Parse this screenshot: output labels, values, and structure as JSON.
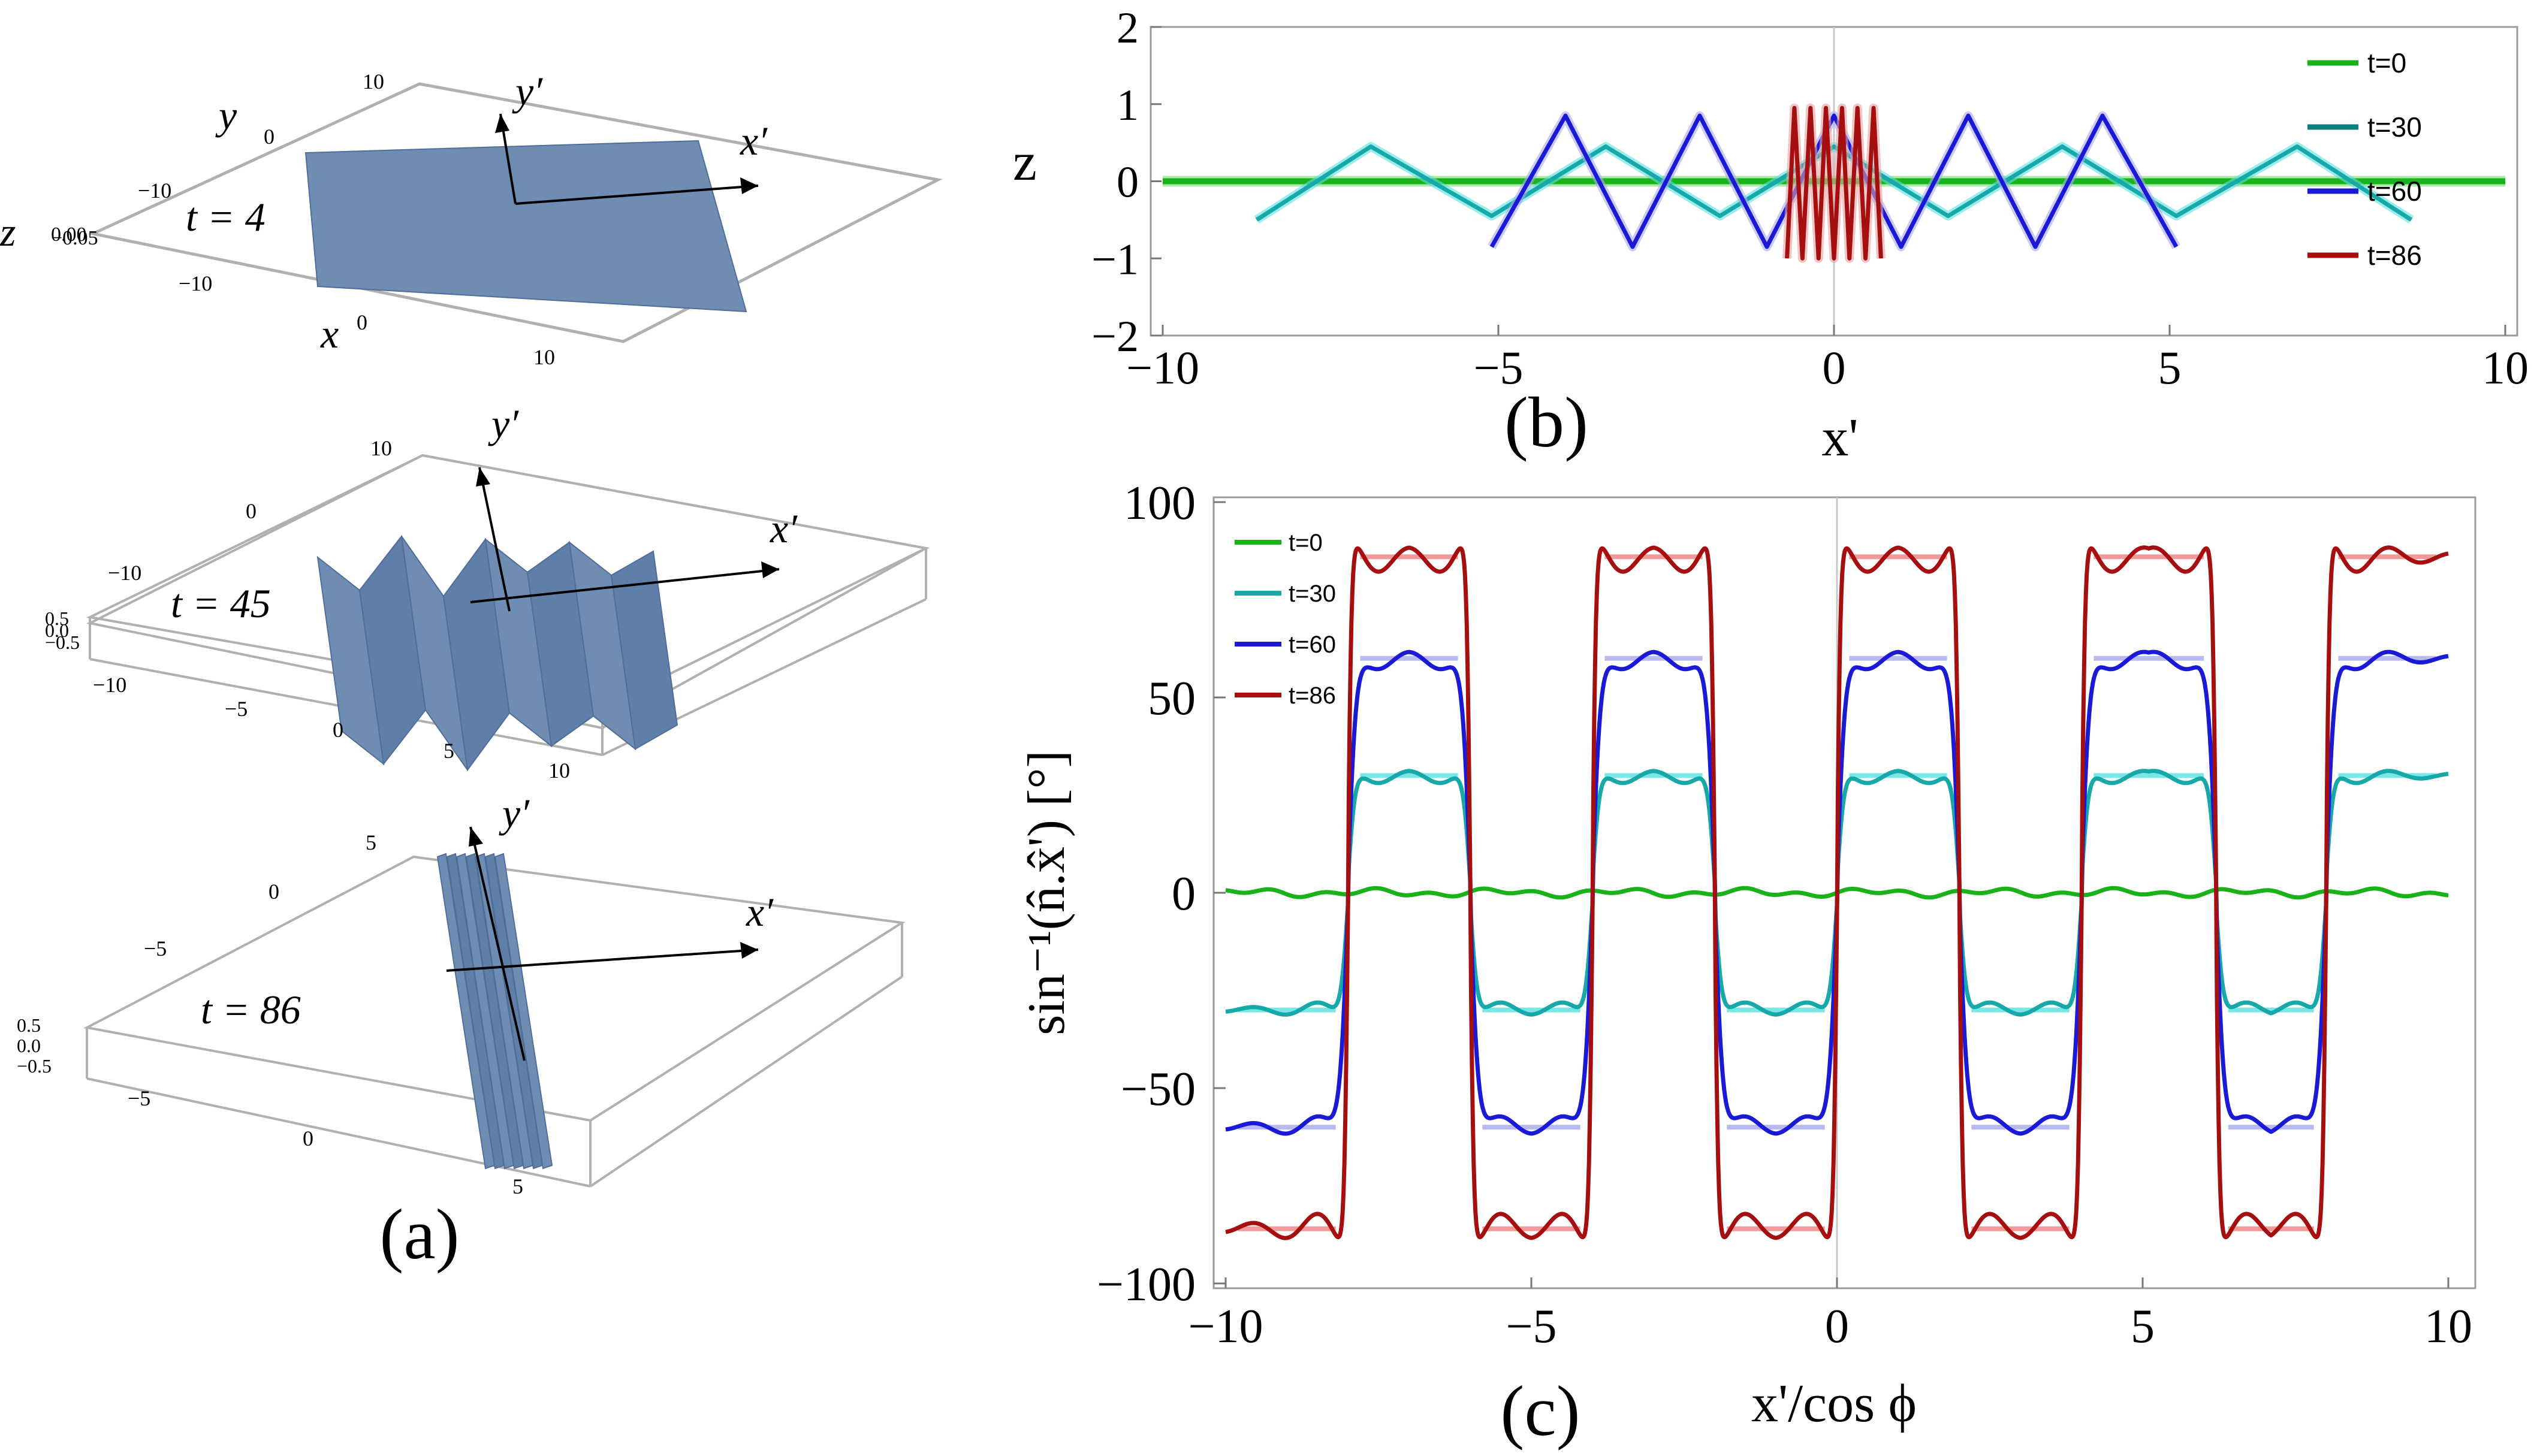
{
  "panel_labels": {
    "a": "(a)",
    "b": "(b)",
    "c": "(c)"
  },
  "colors": {
    "t0": "#19b219",
    "t30": "#17a9a9",
    "t30_b": "#0a7f7f",
    "t60": "#1a1ad6",
    "t86": "#a60f0f",
    "surface": "#6f8cb3",
    "surface_edge": "#4f6e99",
    "ref_red": "#f08080",
    "ref_cyan": "#59e0e0",
    "ref_blue": "#a8a8ee",
    "ref_green": "#77dd77"
  },
  "panel_a": {
    "plots": [
      {
        "time_label": "t = 4",
        "y_axis": "y",
        "x_axis": "x",
        "z_axis": "z",
        "y_ticks": [
          "10",
          "0",
          "−10"
        ],
        "x_ticks": [
          "−10",
          "0",
          "10"
        ],
        "z_ticks": [
          "−0.05",
          "0.00"
        ],
        "xp_label": "x′",
        "yp_label": "y′"
      },
      {
        "time_label": "t = 45",
        "y_ticks": [
          "10",
          "0",
          "−10"
        ],
        "x_ticks": [
          "−10",
          "−5",
          "0",
          "5",
          "10"
        ],
        "z_ticks": [
          "0.5",
          "0.0",
          "−0.5"
        ],
        "xp_label": "x′",
        "yp_label": "y′"
      },
      {
        "time_label": "t = 86",
        "y_ticks": [
          "5",
          "0",
          "−5"
        ],
        "x_ticks": [
          "−5",
          "0",
          "5"
        ],
        "z_ticks": [
          "0.5",
          "0.0",
          "−0.5"
        ],
        "xp_label": "x′",
        "yp_label": "y′"
      }
    ]
  },
  "chart_data": [
    {
      "id": "b",
      "type": "line",
      "xlabel": "x'",
      "ylabel": "z",
      "xlim": [
        -10,
        10
      ],
      "ylim": [
        -2,
        2
      ],
      "x_ticks": [
        -10,
        -5,
        0,
        5,
        10
      ],
      "y_ticks": [
        -2,
        -1,
        0,
        1,
        2
      ],
      "legend_position": "top-right",
      "series": [
        {
          "name": "t=0",
          "x": [
            -10,
            10
          ],
          "y": [
            0,
            0
          ]
        },
        {
          "name": "t=30",
          "x": [
            -8.6,
            -6.9,
            -5.1,
            -3.4,
            -1.7,
            0,
            1.7,
            3.4,
            5.1,
            6.9,
            8.6
          ],
          "y": [
            -0.5,
            0.45,
            -0.45,
            0.45,
            -0.45,
            0.45,
            -0.45,
            0.45,
            -0.45,
            0.45,
            -0.5
          ]
        },
        {
          "name": "t=60",
          "x": [
            -5.1,
            -4.0,
            -3.0,
            -2.0,
            -1.0,
            0,
            1.0,
            2.0,
            3.0,
            4.0,
            5.1
          ],
          "y": [
            -0.85,
            0.85,
            -0.85,
            0.85,
            -0.85,
            0.85,
            -0.85,
            0.85,
            -0.85,
            0.85,
            -0.85
          ]
        },
        {
          "name": "t=86",
          "x": [
            -0.7,
            -0.59,
            -0.47,
            -0.35,
            -0.23,
            -0.12,
            0,
            0.12,
            0.23,
            0.35,
            0.47,
            0.59,
            0.7
          ],
          "y": [
            -1.0,
            0.95,
            -1.0,
            0.95,
            -1.0,
            0.95,
            -1.0,
            0.95,
            -1.0,
            0.95,
            -1.0,
            0.95,
            -1.0
          ]
        }
      ]
    },
    {
      "id": "c",
      "type": "line",
      "xlabel": "x'/cos ϕ",
      "ylabel": "sin⁻¹(n̂.x̂') [°]",
      "xlim": [
        -10,
        10
      ],
      "ylim": [
        -100,
        100
      ],
      "x_ticks": [
        -10,
        -5,
        0,
        5,
        10
      ],
      "y_ticks": [
        -100,
        -50,
        0,
        50,
        100
      ],
      "legend_position": "top-left",
      "transitions": [
        -8,
        -6,
        -4,
        -2,
        0,
        2,
        4,
        6.2,
        8
      ],
      "series": [
        {
          "name": "t=0",
          "amplitude": 0
        },
        {
          "name": "t=30",
          "amplitude": 30
        },
        {
          "name": "t=60",
          "amplitude": 60
        },
        {
          "name": "t=86",
          "amplitude": 86
        }
      ]
    }
  ]
}
